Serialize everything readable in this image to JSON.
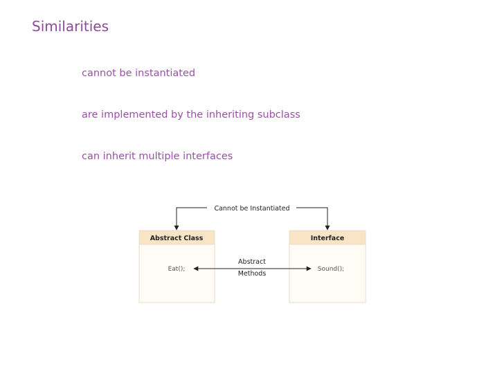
{
  "slide": {
    "title": "Similarities",
    "bullets": [
      "cannot be instantiated",
      "are implemented by the inheriting subclass",
      "can inherit multiple interfaces"
    ]
  },
  "diagram": {
    "top_label": "Cannot be Instantiated",
    "middle_label_line1": "Abstract",
    "middle_label_line2": "Methods",
    "left_box": {
      "header_bold": "Abstract",
      "header_normal": "Class",
      "method": "Eat();"
    },
    "right_box": {
      "header": "Interface",
      "method": "Sound();"
    },
    "colors": {
      "header_fill": "#F9E5C5",
      "body_fill": "#FFFCF5",
      "border": "#E8DCC8",
      "text": "#333333",
      "code": "#555555"
    }
  }
}
